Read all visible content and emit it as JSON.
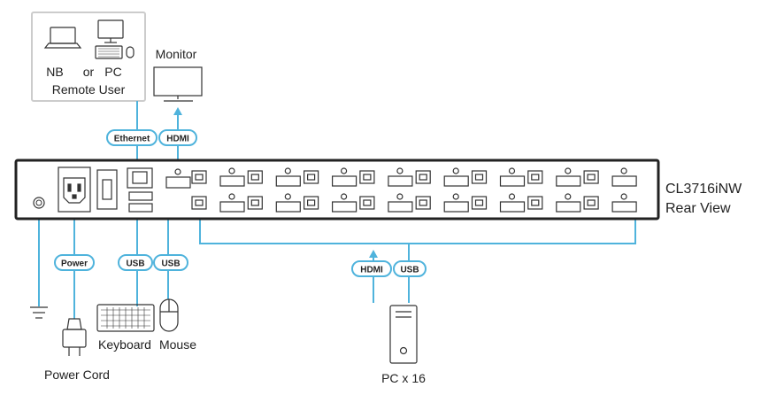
{
  "remote": {
    "nb_label": "NB",
    "or_label": "or",
    "pc_label": "PC",
    "caption": "Remote User"
  },
  "monitor": {
    "label": "Monitor"
  },
  "tags": {
    "ethernet": "Ethernet",
    "hdmi_out": "HDMI",
    "power": "Power",
    "usb_kb": "USB",
    "usb_mouse": "USB",
    "pc_hdmi": "HDMI",
    "pc_usb": "USB"
  },
  "device": {
    "model": "CL3716iNW",
    "view": "Rear View"
  },
  "peripherals": {
    "keyboard": "Keyboard",
    "mouse": "Mouse",
    "power_cord": "Power Cord"
  },
  "computers": {
    "label": "PC x 16"
  },
  "colors": {
    "cable": "#4fb3dc",
    "outline": "#333333",
    "box_border": "#cccccc",
    "pill_border": "#4fb3dc"
  },
  "layout": {
    "port_pairs_per_row": 8,
    "rows": 2
  }
}
